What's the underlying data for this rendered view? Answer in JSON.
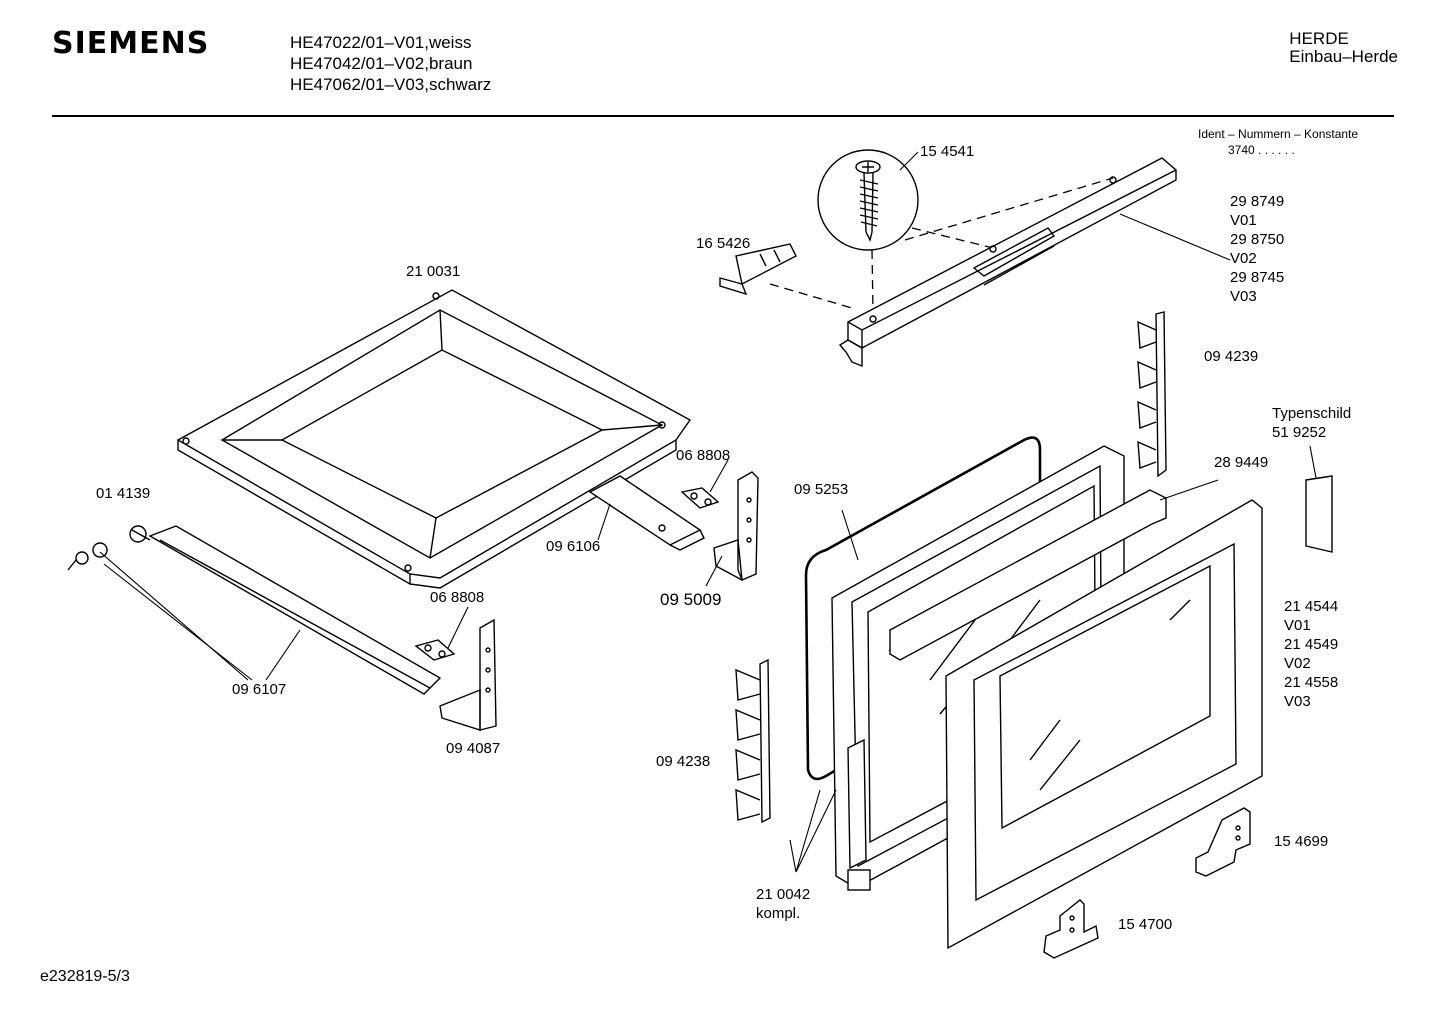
{
  "header": {
    "brand": "SIEMENS",
    "models": [
      "HE47022/01–V01,weiss",
      "HE47042/01–V02,braun",
      "HE47062/01–V03,schwarz"
    ],
    "category": "HERDE",
    "subcategory": "Einbau–Herde",
    "ident_label": "Ident – Nummern – Konstante",
    "ident_value": "3740  .  .  .  .  .  ."
  },
  "parts": {
    "p154541": "15 4541",
    "p165426": "16 5426",
    "p298749": "29 8749",
    "v01a": "V01",
    "p298750": "29 8750",
    "v02a": "V02",
    "p298745": "29 8745",
    "v03a": "V03",
    "p210031": "21 0031",
    "p094239": "09 4239",
    "typenschild": "Typenschild",
    "p519252": "51 9252",
    "p014139": "01 4139",
    "p068808a": "06 8808",
    "p096106": "09 6106",
    "p095253": "09 5253",
    "p289449": "28 9449",
    "p095009": "09 5009",
    "p068808b": "06 8808",
    "p214544": "21 4544",
    "v01b": "V01",
    "p214549": "21 4549",
    "v02b": "V02",
    "p214558": "21 4558",
    "v03b": "V03",
    "p096107": "09 6107",
    "p094087": "09 4087",
    "p094238": "09 4238",
    "p154699": "15 4699",
    "p210042": "21 0042",
    "kompl": "kompl.",
    "p154700": "15 4700"
  },
  "footer": {
    "drawing_id": "e232819-5/3"
  }
}
